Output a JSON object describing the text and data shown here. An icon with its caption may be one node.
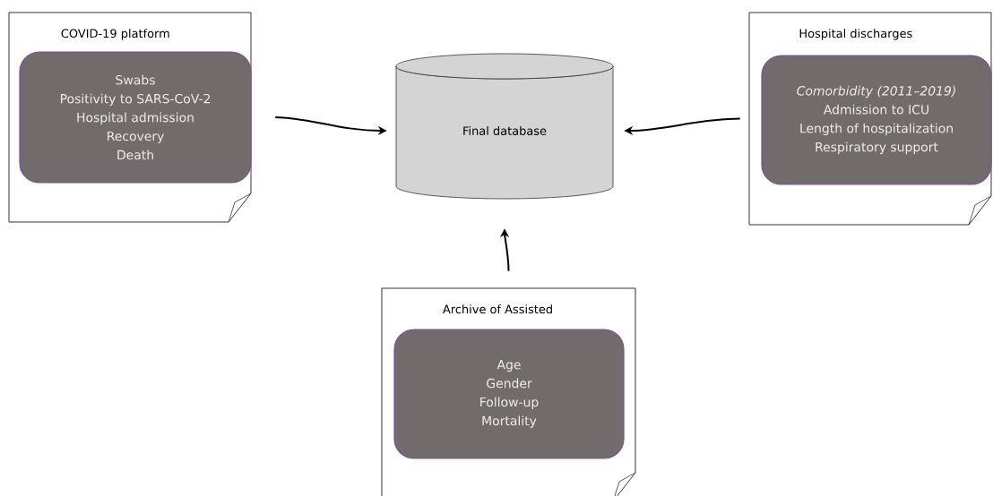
{
  "diagram": {
    "nodes": [
      {
        "text": [
          "COVID-19 platform"
        ]
      },
      {
        "text": [
          "Swabs",
          "Positivity to SARS-CoV-2",
          "Hospital admission",
          "Recovery",
          "Death"
        ],
        "in": 0
      },
      {
        "text": [
          "Final database"
        ]
      },
      {
        "text": [
          "Hospital discharges"
        ]
      },
      {
        "text": [
          "*Comorbidity (2011–2019)*",
          "Admission to ICU",
          "Length of hospitalization",
          "Respiratory support"
        ],
        "in": 3
      },
      {
        "text": [
          "Archive of Assisted"
        ]
      },
      {
        "text": [
          "Age",
          "Gender",
          "Follow-up",
          "Mortality"
        ],
        "in": 5
      }
    ],
    "edges": [
      {
        "from": 0,
        "to": 2,
        "arrow": "to"
      },
      {
        "from": 3,
        "to": 2,
        "arrow": "to"
      },
      {
        "from": 5,
        "to": 2,
        "arrow": "to"
      }
    ]
  }
}
